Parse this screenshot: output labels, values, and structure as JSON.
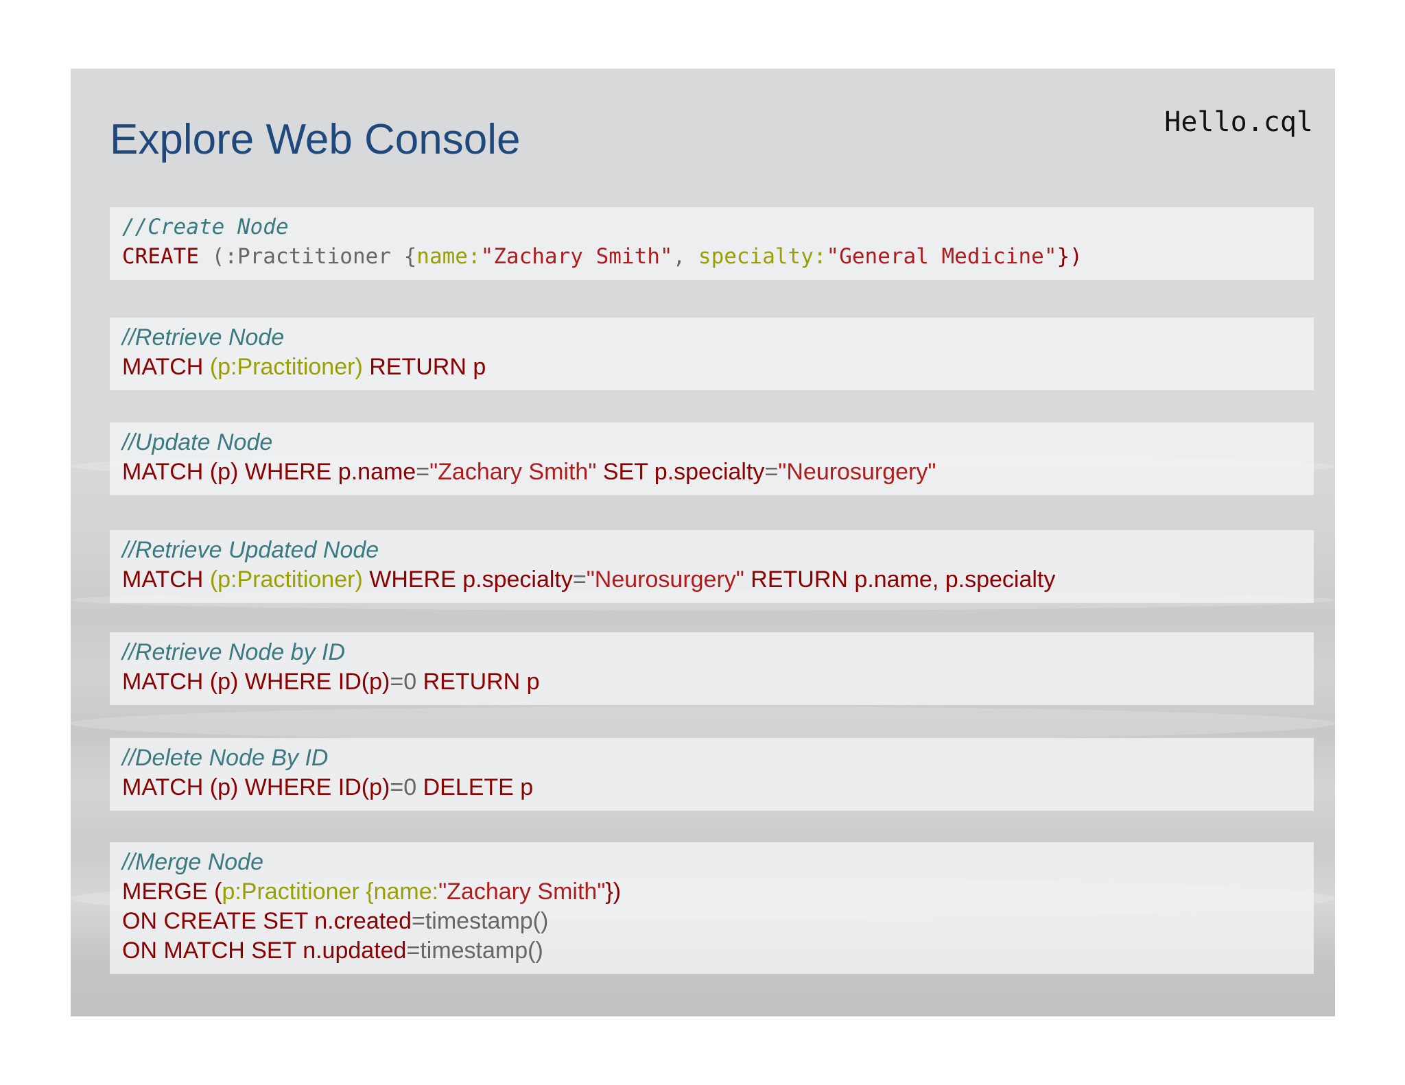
{
  "slide": {
    "title": "Explore Web Console",
    "filename": "Hello.cql"
  },
  "blocks": [
    {
      "comment": "//Create Node",
      "lines": [
        [
          {
            "t": "CREATE ",
            "k": "kw"
          },
          {
            "t": "(:Practitioner {",
            "k": "op"
          },
          {
            "t": "name:",
            "k": "lbl"
          },
          {
            "t": "\"Zachary Smith\"",
            "k": "str"
          },
          {
            "t": ", ",
            "k": "op"
          },
          {
            "t": "specialty:",
            "k": "lbl"
          },
          {
            "t": "\"General Medicine\"",
            "k": "str"
          },
          {
            "t": "})",
            "k": "kw"
          }
        ]
      ]
    },
    {
      "comment": "//Retrieve Node",
      "lines": [
        [
          {
            "t": "MATCH ",
            "k": "kw"
          },
          {
            "t": "(p:Practitioner)",
            "k": "lbl"
          },
          {
            "t": " RETURN p",
            "k": "kw"
          }
        ]
      ]
    },
    {
      "comment": "//Update Node",
      "lines": [
        [
          {
            "t": "MATCH (p) WHERE p.name",
            "k": "kw"
          },
          {
            "t": "=",
            "k": "op"
          },
          {
            "t": "\"Zachary Smith\"",
            "k": "str"
          },
          {
            "t": " SET p.specialty",
            "k": "kw"
          },
          {
            "t": "=",
            "k": "op"
          },
          {
            "t": "\"Neurosurgery\"",
            "k": "str"
          }
        ]
      ]
    },
    {
      "comment": "//Retrieve Updated Node",
      "lines": [
        [
          {
            "t": "MATCH ",
            "k": "kw"
          },
          {
            "t": "(p:Practitioner)",
            "k": "lbl"
          },
          {
            "t": " WHERE p.specialty",
            "k": "kw"
          },
          {
            "t": "=",
            "k": "op"
          },
          {
            "t": "\"Neurosurgery\"",
            "k": "str"
          },
          {
            "t": " RETURN p.name, p.specialty",
            "k": "kw"
          }
        ]
      ]
    },
    {
      "comment": "//Retrieve Node by ID",
      "lines": [
        [
          {
            "t": "MATCH (p) WHERE ID(p)",
            "k": "kw"
          },
          {
            "t": "=0",
            "k": "op"
          },
          {
            "t": " RETURN p",
            "k": "kw"
          }
        ]
      ]
    },
    {
      "comment": "//Delete Node By ID",
      "lines": [
        [
          {
            "t": "MATCH (p) WHERE ID(p)",
            "k": "kw"
          },
          {
            "t": "=0",
            "k": "op"
          },
          {
            "t": " DELETE p",
            "k": "kw"
          }
        ]
      ]
    },
    {
      "comment": "//Merge Node",
      "lines": [
        [
          {
            "t": "MERGE (",
            "k": "kw"
          },
          {
            "t": "p:Practitioner {name:",
            "k": "lbl"
          },
          {
            "t": "\"Zachary Smith\"",
            "k": "str"
          },
          {
            "t": "})",
            "k": "kw"
          }
        ],
        [
          {
            "t": "ON CREATE SET n.created",
            "k": "kw"
          },
          {
            "t": "=timestamp()",
            "k": "op"
          }
        ],
        [
          {
            "t": "ON MATCH SET n.updated",
            "k": "kw"
          },
          {
            "t": "=timestamp()",
            "k": "op"
          }
        ]
      ]
    }
  ]
}
